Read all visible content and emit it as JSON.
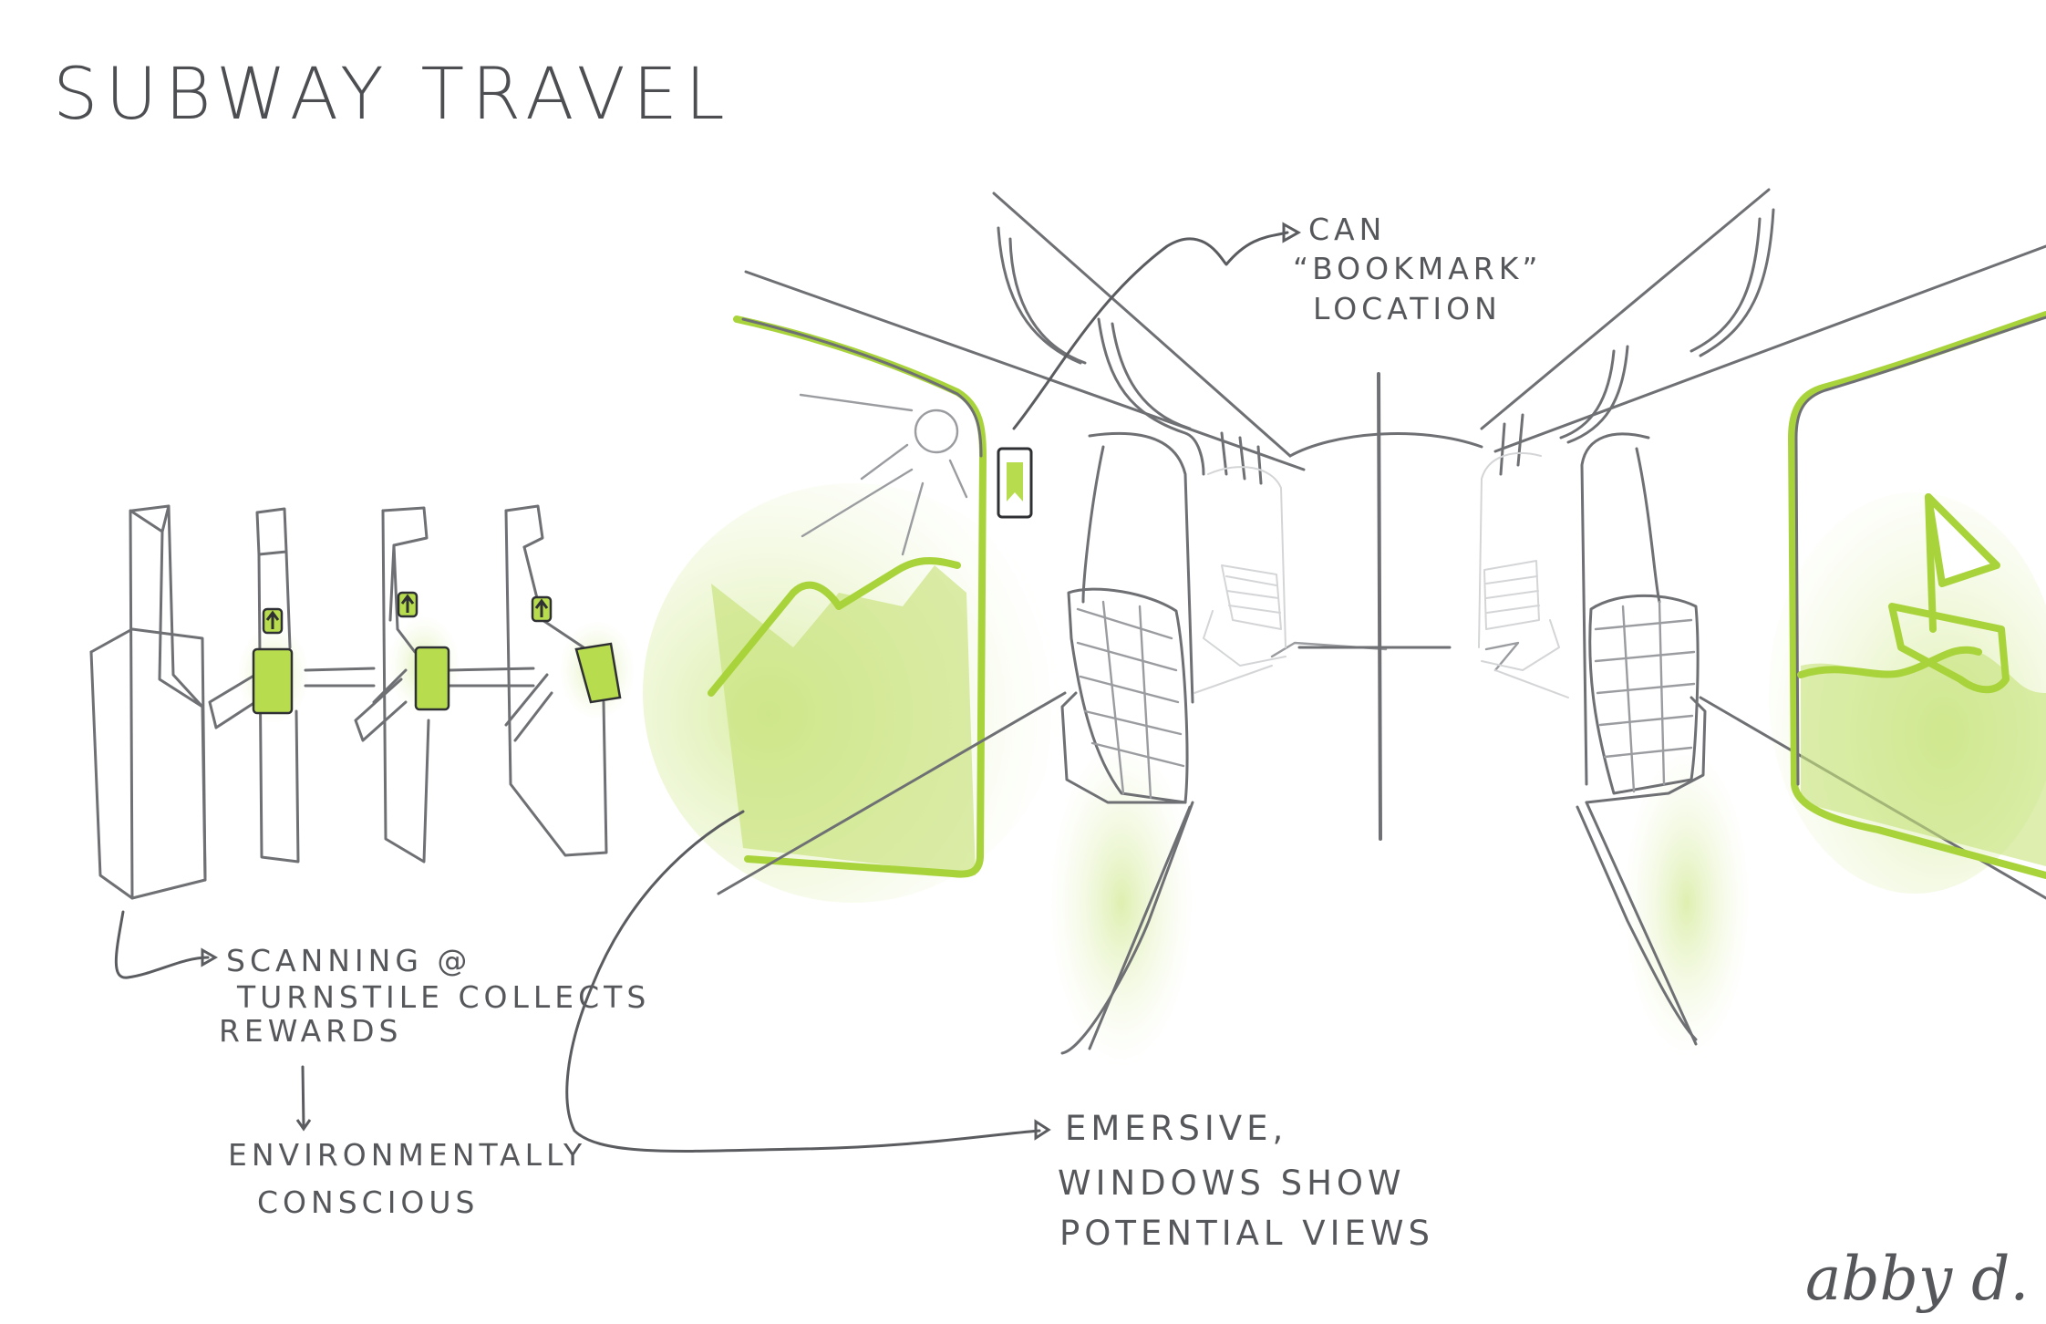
{
  "title": "SUBWAY TRAVEL",
  "annotations": {
    "bookmark": [
      "CAN",
      "“BOOKMARK”",
      "LOCATION"
    ],
    "turnstile": [
      "SCANNING @",
      "TURNSTILE COLLECTS",
      "REWARDS"
    ],
    "environment": [
      "ENVIRONMENTALLY",
      "CONSCIOUS"
    ],
    "windows": [
      "EMERSIVE,",
      "WINDOWS SHOW",
      "POTENTIAL VIEWS"
    ]
  },
  "signature": "abby d.",
  "colors": {
    "accent_green": "#a9d33a",
    "ink": "#55575b",
    "background": "#ffffff"
  },
  "icons": [
    "up-arrow-icon",
    "bookmark-icon",
    "sun-icon"
  ]
}
